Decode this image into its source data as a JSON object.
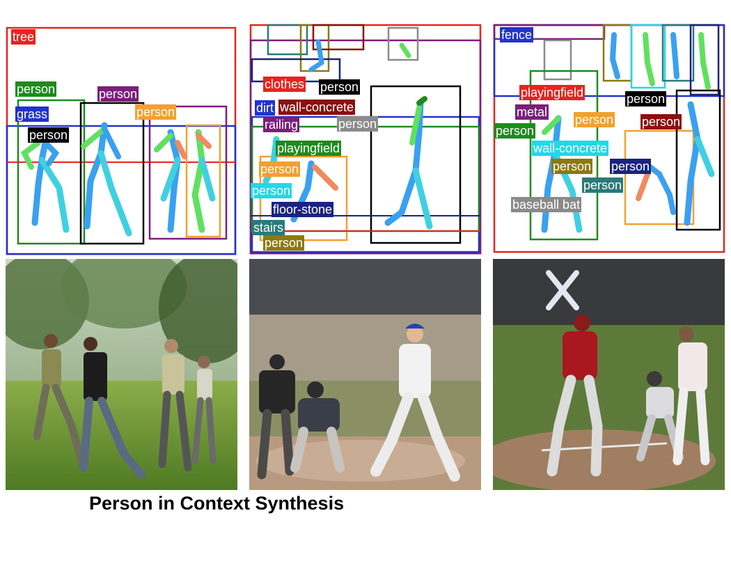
{
  "caption": "Person in Context Synthesis",
  "panels": [
    {
      "id": "panel1",
      "labels": [
        {
          "text": "tree",
          "bg": "#e8231f"
        },
        {
          "text": "person",
          "bg": "#1e8a1e"
        },
        {
          "text": "person",
          "bg": "#7a1f7a"
        },
        {
          "text": "grass",
          "bg": "#2233cc"
        },
        {
          "text": "person",
          "bg": "#f2a030"
        },
        {
          "text": "person",
          "bg": "#000000"
        }
      ]
    },
    {
      "id": "panel2",
      "labels": [
        {
          "text": "clothes",
          "bg": "#e8231f"
        },
        {
          "text": "person",
          "bg": "#000000"
        },
        {
          "text": "dirt",
          "bg": "#2233cc"
        },
        {
          "text": "wall-concrete",
          "bg": "#8b1010"
        },
        {
          "text": "railing",
          "bg": "#7a1f7a"
        },
        {
          "text": "person",
          "bg": "#8a8a8a"
        },
        {
          "text": "playingfield",
          "bg": "#1e8a1e"
        },
        {
          "text": "person",
          "bg": "#f2a030"
        },
        {
          "text": "person",
          "bg": "#22d8e8"
        },
        {
          "text": "floor-stone",
          "bg": "#1a237e"
        },
        {
          "text": "stairs",
          "bg": "#2a7a78"
        },
        {
          "text": "person",
          "bg": "#8a7a10"
        }
      ]
    },
    {
      "id": "panel3",
      "labels": [
        {
          "text": "fence",
          "bg": "#2233cc"
        },
        {
          "text": "playingfield",
          "bg": "#e8231f"
        },
        {
          "text": "person",
          "bg": "#000000"
        },
        {
          "text": "metal",
          "bg": "#7a1f7a"
        },
        {
          "text": "person",
          "bg": "#f2a030"
        },
        {
          "text": "person",
          "bg": "#8b1010"
        },
        {
          "text": "person",
          "bg": "#1e8a1e"
        },
        {
          "text": "wall-concrete",
          "bg": "#22d8e8"
        },
        {
          "text": "person",
          "bg": "#8a7a10"
        },
        {
          "text": "person",
          "bg": "#1a237e"
        },
        {
          "text": "person",
          "bg": "#2a7a78"
        },
        {
          "text": "baseball bat",
          "bg": "#8a8a8a"
        }
      ]
    }
  ]
}
